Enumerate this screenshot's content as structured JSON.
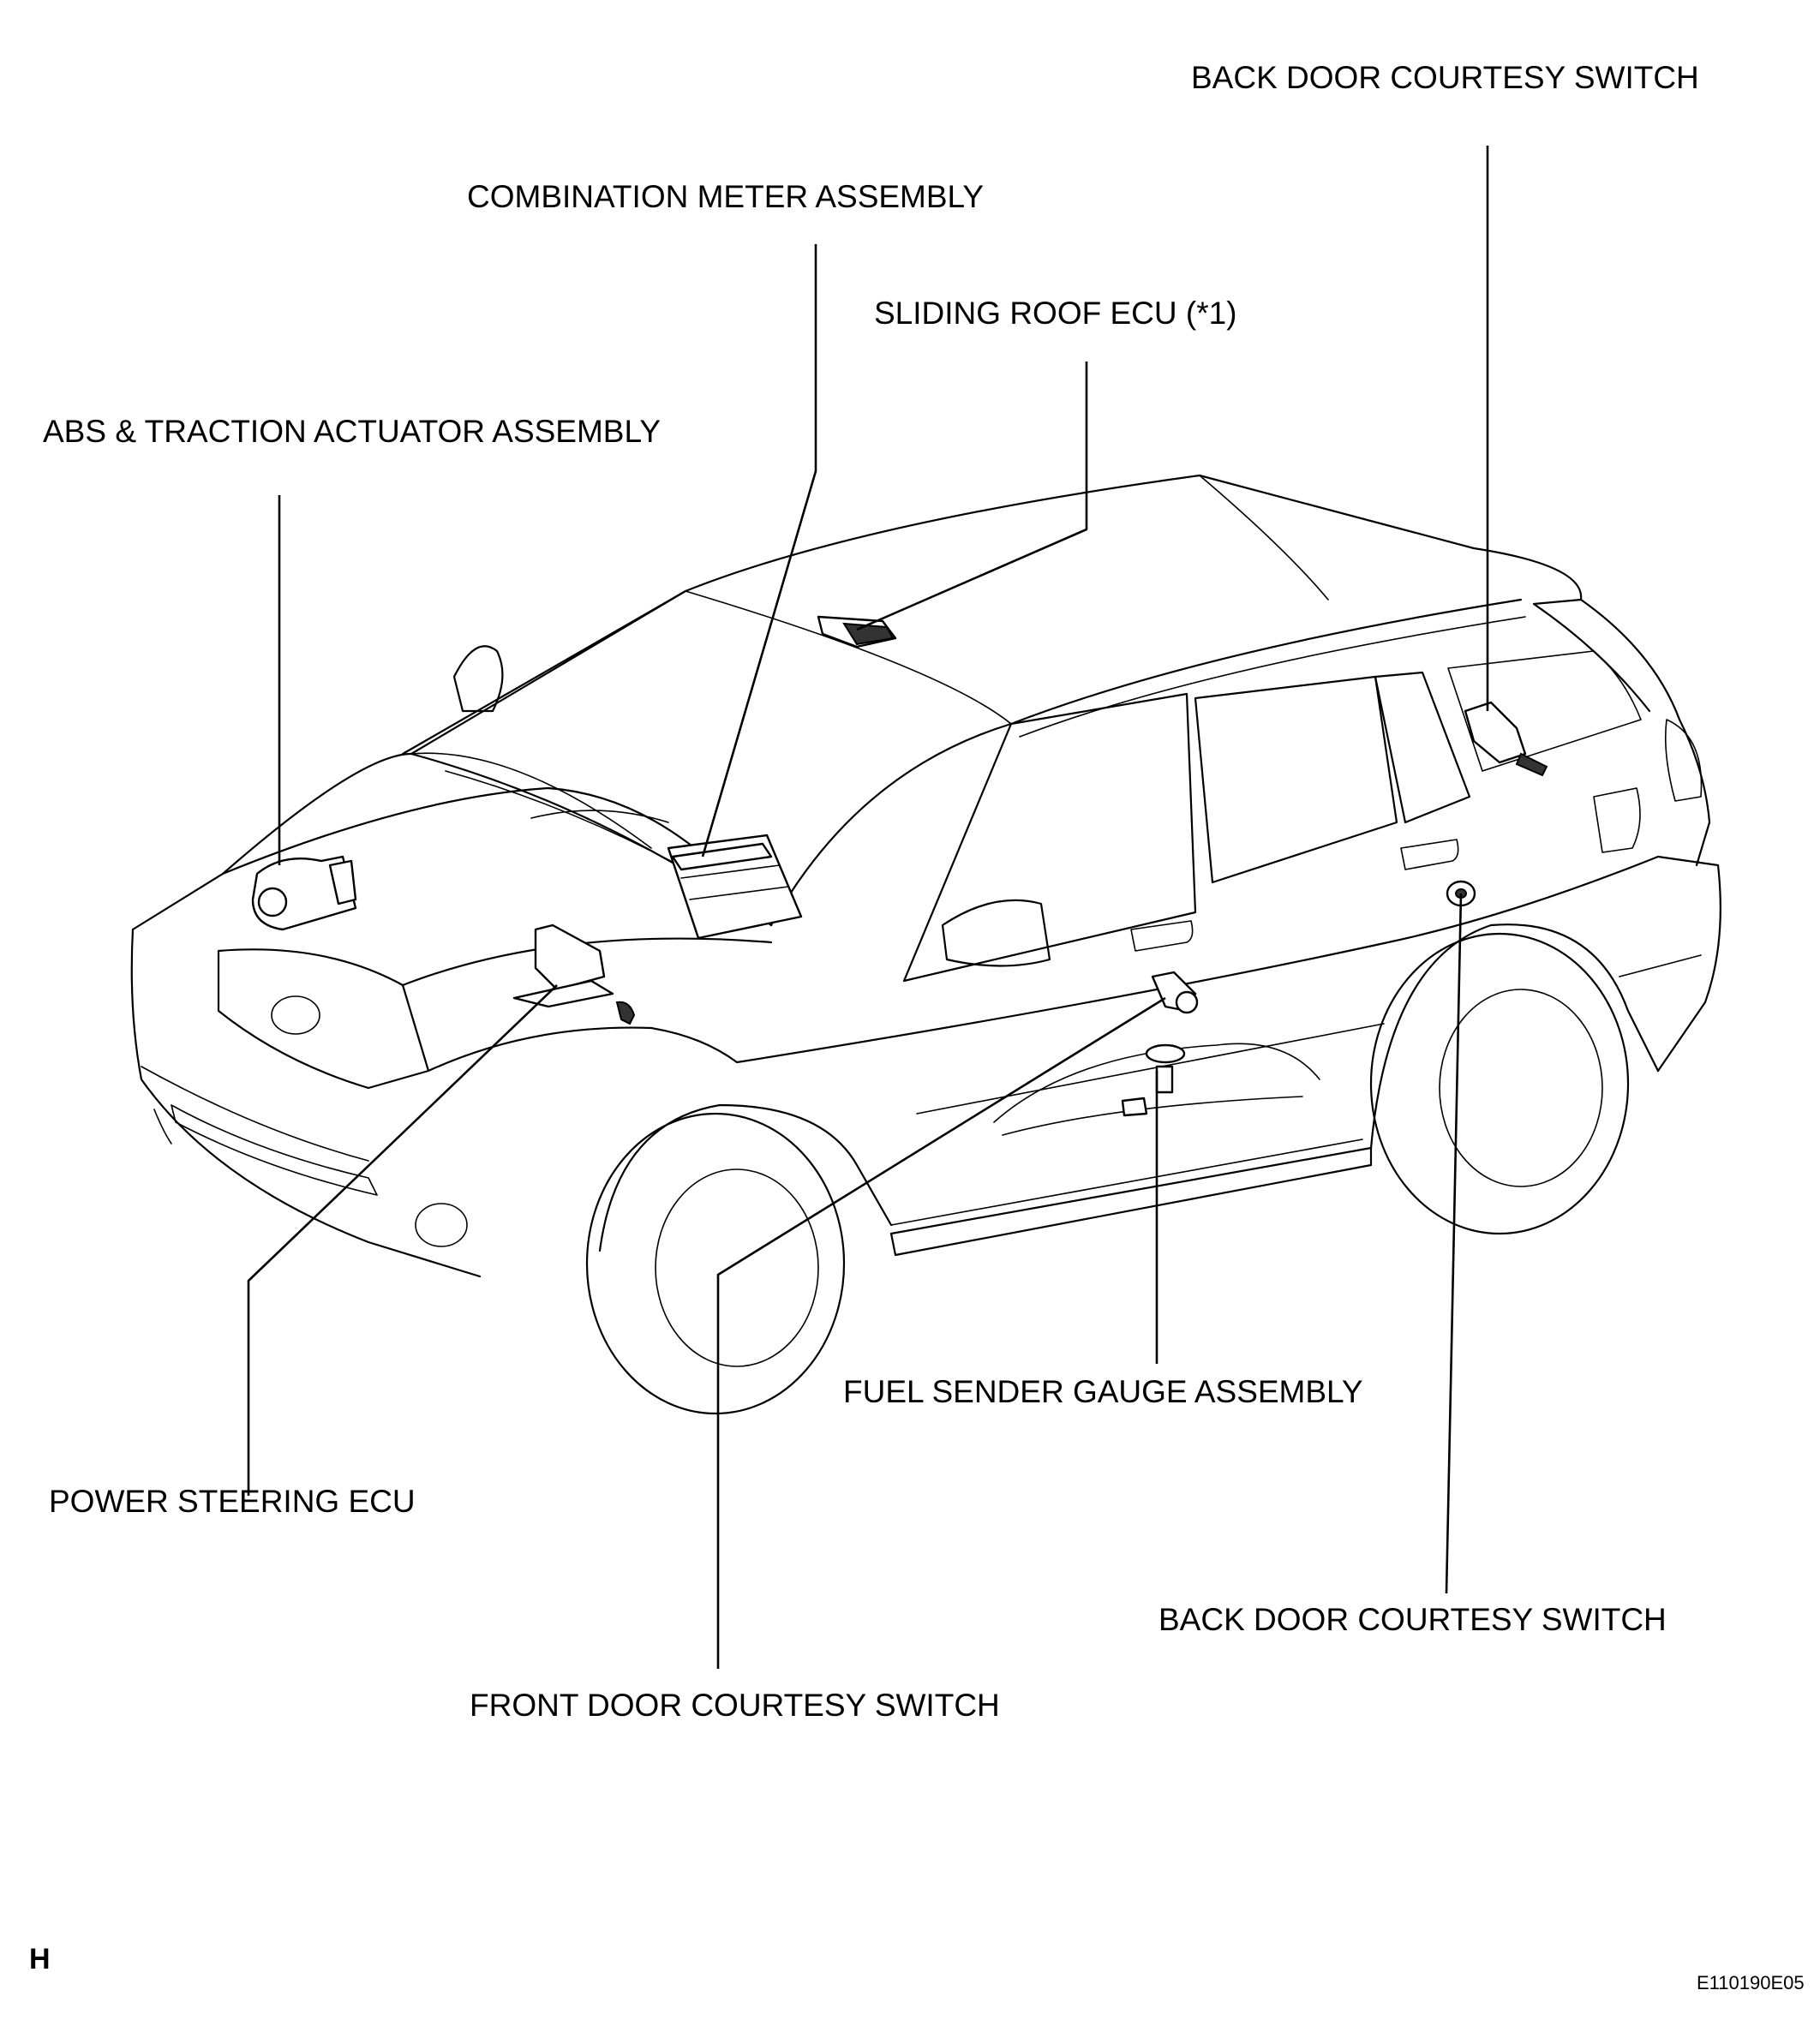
{
  "labels": {
    "back_door_courtesy_switch_top": "BACK DOOR COURTESY SWITCH",
    "combination_meter": "COMBINATION METER ASSEMBLY",
    "sliding_roof_ecu": "SLIDING ROOF ECU (*1)",
    "abs_traction_actuator": "ABS & TRACTION ACTUATOR ASSEMBLY",
    "fuel_sender_gauge": "FUEL SENDER GAUGE ASSEMBLY",
    "power_steering_ecu": "POWER STEERING ECU",
    "back_door_courtesy_switch_bottom": "BACK DOOR COURTESY SWITCH",
    "front_door_courtesy_switch": "FRONT DOOR COURTESY SWITCH"
  },
  "corner_mark": "H",
  "figure_code": "E110190E05"
}
